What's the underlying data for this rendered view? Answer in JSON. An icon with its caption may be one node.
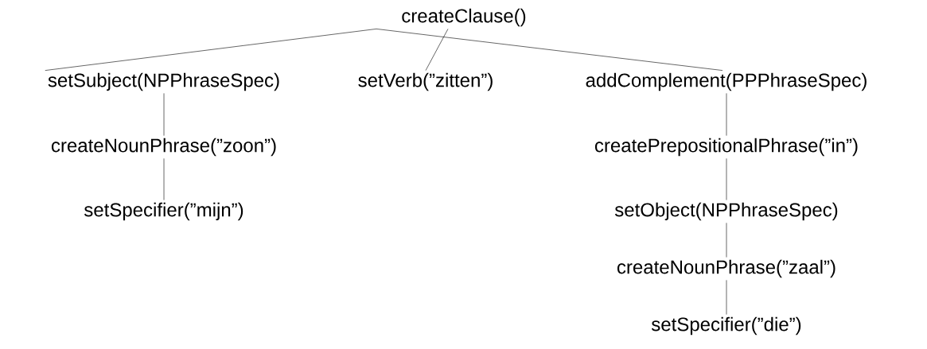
{
  "diagram": {
    "nodes": [
      {
        "text": [
          "createClause()"
        ]
      },
      {
        "text": [
          "setSubject(NPPhraseSpec)"
        ]
      },
      {
        "text": [
          "setVerb(”zitten”)"
        ]
      },
      {
        "text": [
          "addComplement(PPPhraseSpec)"
        ]
      },
      {
        "text": [
          "createNounPhrase(”zoon”)"
        ]
      },
      {
        "text": [
          "setSpecifier(”mijn”)"
        ]
      },
      {
        "text": [
          "createPrepositionalPhrase(”in”)"
        ]
      },
      {
        "text": [
          "setObject(NPPhraseSpec)"
        ]
      },
      {
        "text": [
          "createNounPhrase(”zaal”)"
        ]
      },
      {
        "text": [
          "setSpecifier(”die”)"
        ]
      }
    ],
    "edges": [
      {
        "from": 0,
        "to": 1,
        "arrow": "none"
      },
      {
        "from": 0,
        "to": 2,
        "arrow": "none"
      },
      {
        "from": 0,
        "to": 3,
        "arrow": "none"
      },
      {
        "from": 1,
        "to": 4,
        "arrow": "none"
      },
      {
        "from": 4,
        "to": 5,
        "arrow": "none"
      },
      {
        "from": 3,
        "to": 6,
        "arrow": "none"
      },
      {
        "from": 6,
        "to": 7,
        "arrow": "none"
      },
      {
        "from": 7,
        "to": 8,
        "arrow": "none"
      },
      {
        "from": 8,
        "to": 9,
        "arrow": "none"
      }
    ]
  }
}
